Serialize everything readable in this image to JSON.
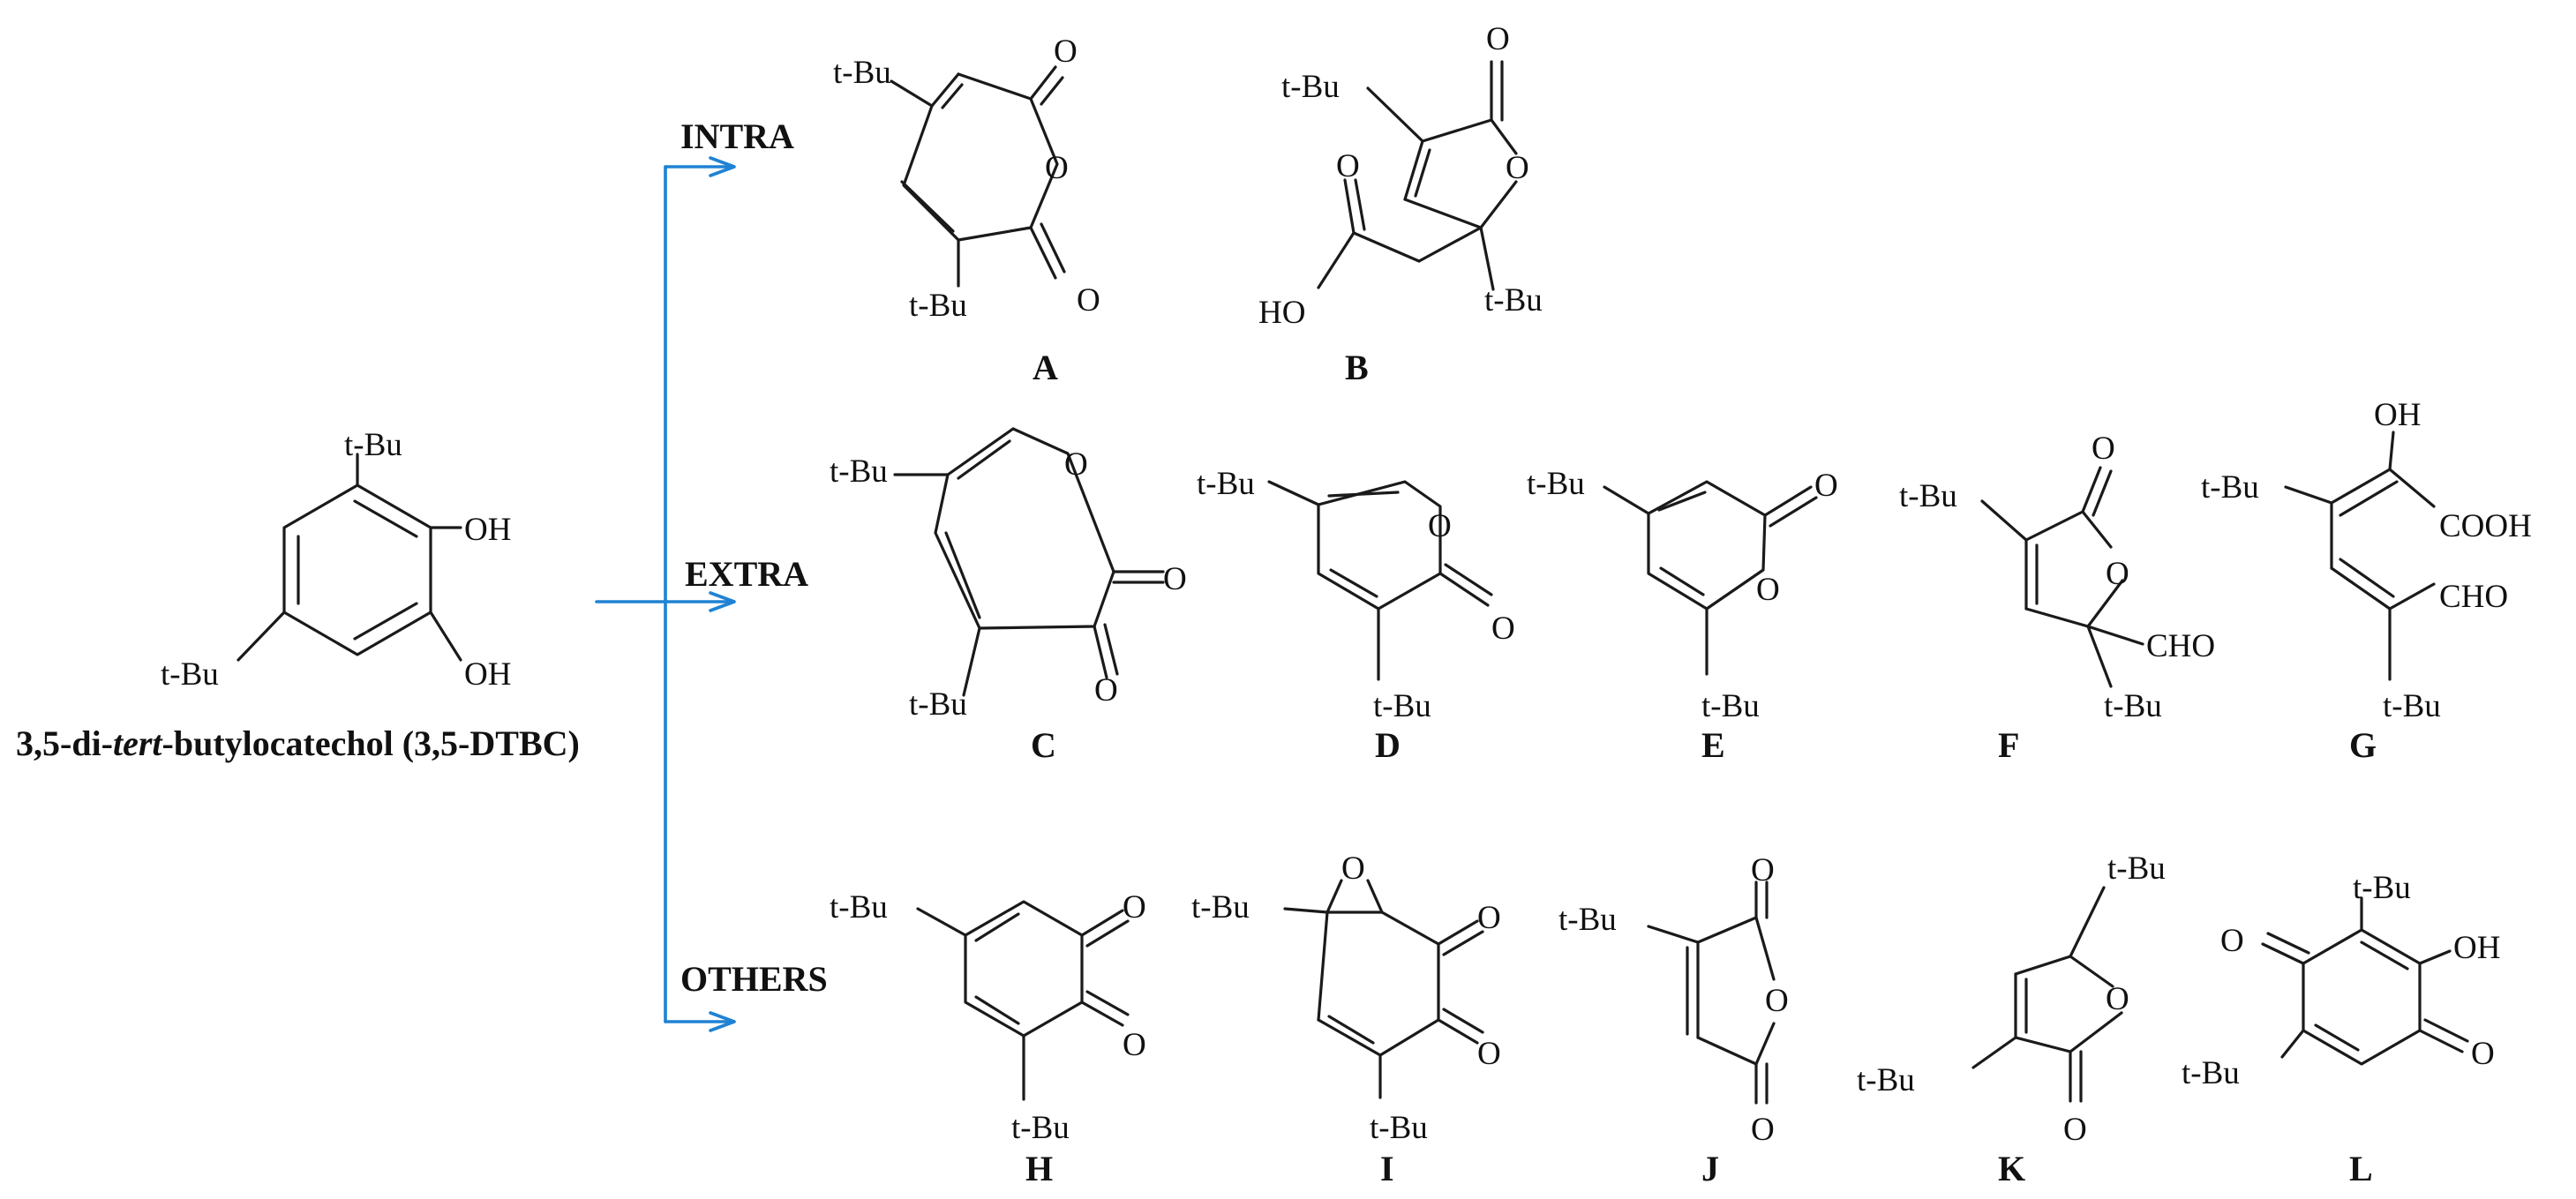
{
  "scheme": {
    "starting_material": {
      "name_prefix": "3,5-di-",
      "name_italic": "tert",
      "name_suffix": "-butylocatechol (3,5-DTBC)",
      "substituents": [
        "t-Bu",
        "OH",
        "t-Bu",
        "OH"
      ]
    },
    "colors": {
      "arrow": "#1f82d4",
      "bonds": "#1a1a1a"
    },
    "branches": [
      "INTRA",
      "EXTRA",
      "OTHERS"
    ],
    "compounds": [
      {
        "id": "A",
        "group": "INTRA",
        "atoms": [
          "t-Bu",
          "O",
          "O",
          "O",
          "t-Bu"
        ]
      },
      {
        "id": "B",
        "group": "INTRA",
        "atoms": [
          "t-Bu",
          "O",
          "O",
          "O",
          "HO",
          "t-Bu"
        ]
      },
      {
        "id": "C",
        "group": "EXTRA",
        "atoms": [
          "t-Bu",
          "O",
          "O",
          "O",
          "t-Bu"
        ]
      },
      {
        "id": "D",
        "group": "EXTRA",
        "atoms": [
          "t-Bu",
          "O",
          "O",
          "t-Bu"
        ]
      },
      {
        "id": "E",
        "group": "EXTRA",
        "atoms": [
          "t-Bu",
          "O",
          "O",
          "t-Bu"
        ]
      },
      {
        "id": "F",
        "group": "EXTRA",
        "atoms": [
          "O",
          "t-Bu",
          "O",
          "CHO",
          "t-Bu"
        ]
      },
      {
        "id": "G",
        "group": "EXTRA",
        "atoms": [
          "OH",
          "t-Bu",
          "COOH",
          "CHO",
          "t-Bu"
        ]
      },
      {
        "id": "H",
        "group": "OTHERS",
        "atoms": [
          "t-Bu",
          "O",
          "O",
          "t-Bu"
        ]
      },
      {
        "id": "I",
        "group": "OTHERS",
        "atoms": [
          "O",
          "t-Bu",
          "O",
          "O",
          "t-Bu"
        ]
      },
      {
        "id": "J",
        "group": "OTHERS",
        "atoms": [
          "t-Bu",
          "O",
          "O",
          "O"
        ]
      },
      {
        "id": "K",
        "group": "OTHERS",
        "atoms": [
          "t-Bu",
          "O",
          "t-Bu",
          "O"
        ]
      },
      {
        "id": "L",
        "group": "OTHERS",
        "atoms": [
          "t-Bu",
          "O",
          "OH",
          "t-Bu",
          "O"
        ]
      }
    ]
  }
}
